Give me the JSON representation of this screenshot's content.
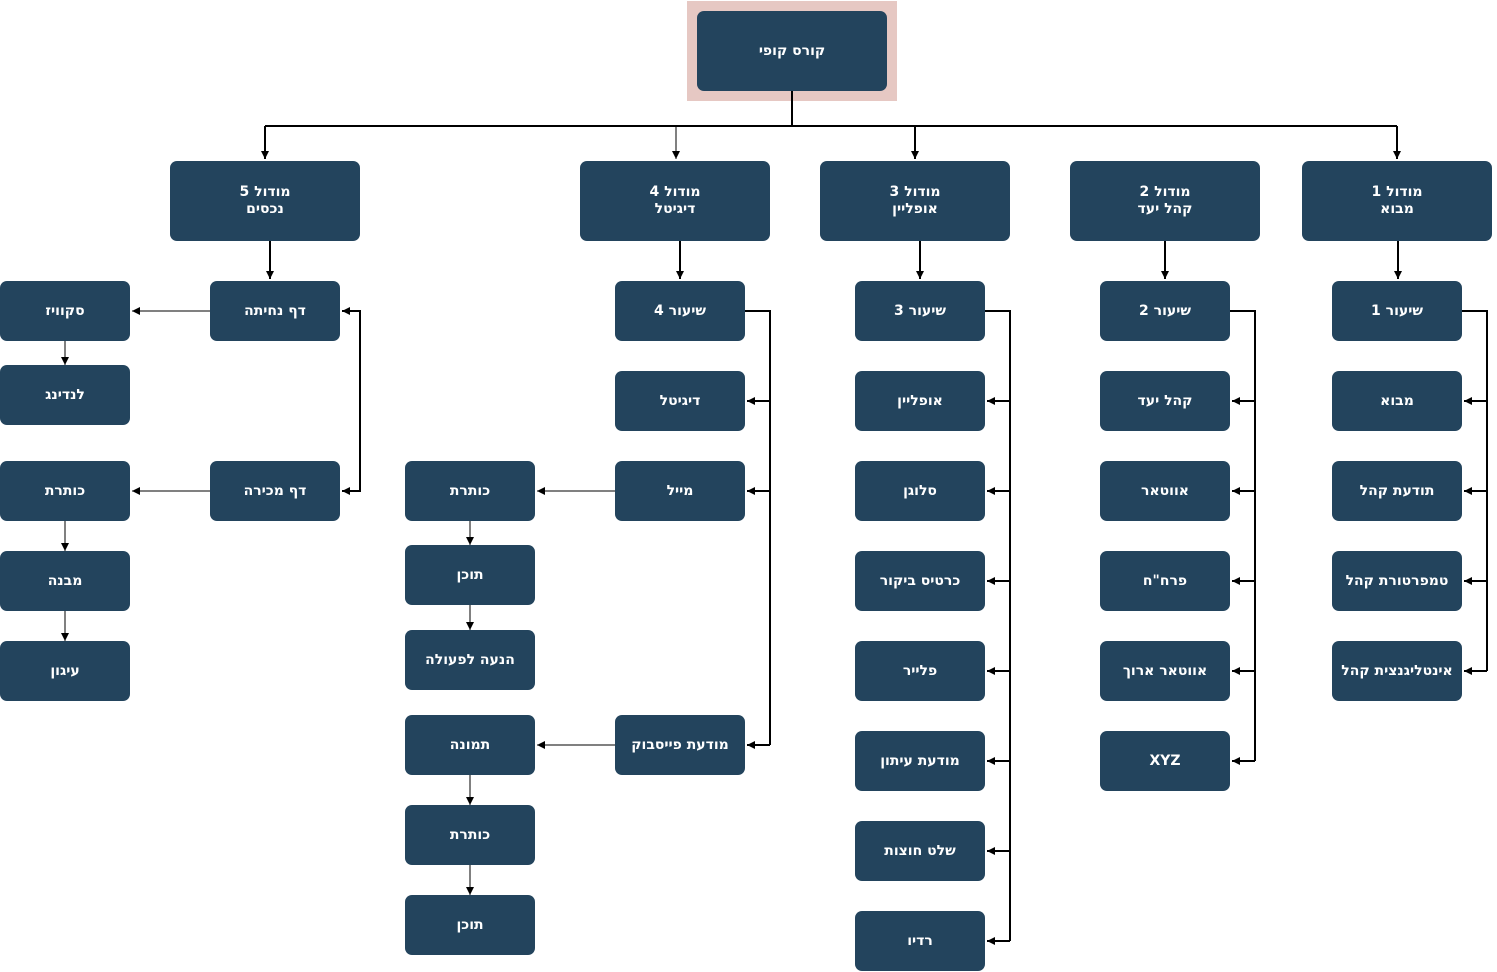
{
  "diagram": {
    "root": {
      "label": "קורס קופי"
    },
    "modules": [
      {
        "id": "m1",
        "title": "מודול 1",
        "subtitle": "מבוא"
      },
      {
        "id": "m2",
        "title": "מודול 2",
        "subtitle": "קהל יעד"
      },
      {
        "id": "m3",
        "title": "מודול 3",
        "subtitle": "אופליין"
      },
      {
        "id": "m4",
        "title": "מודול 4",
        "subtitle": "דיגיטל"
      },
      {
        "id": "m5",
        "title": "מודול 5",
        "subtitle": "נכסים"
      }
    ],
    "module1": {
      "lesson": "שיעור 1",
      "topics": [
        "מבוא",
        "תודעת קהל",
        "טמפרטורת קהל",
        "אינטליגנצית קהל"
      ]
    },
    "module2": {
      "lesson": "שיעור 2",
      "topics": [
        "קהל יעד",
        "אווטאר",
        "פרח\"ח",
        "אווטאר ארוך",
        "XYZ"
      ]
    },
    "module3": {
      "lesson": "שיעור 3",
      "topics": [
        "אופליין",
        "סלוגן",
        "כרטיס ביקור",
        "פלייר",
        "מודעת עיתון",
        "שלט חוצות",
        "רדיו"
      ]
    },
    "module4": {
      "lesson": "שיעור 4",
      "topics": [
        "דיגיטל",
        "מייל",
        "מודעת פייסבוק"
      ],
      "mail_chain": [
        "כותרת",
        "תוכן",
        "הנעה לפעולה"
      ],
      "facebook_chain": [
        "תמונה",
        "כותרת",
        "תוכן"
      ]
    },
    "module5": {
      "pages": [
        "דף נחיתה",
        "דף מכירה"
      ],
      "landing_chain": [
        "סקוויז",
        "לנדינג"
      ],
      "sales_chain": [
        "כותרת",
        "מבנה",
        "עיגון"
      ]
    }
  }
}
